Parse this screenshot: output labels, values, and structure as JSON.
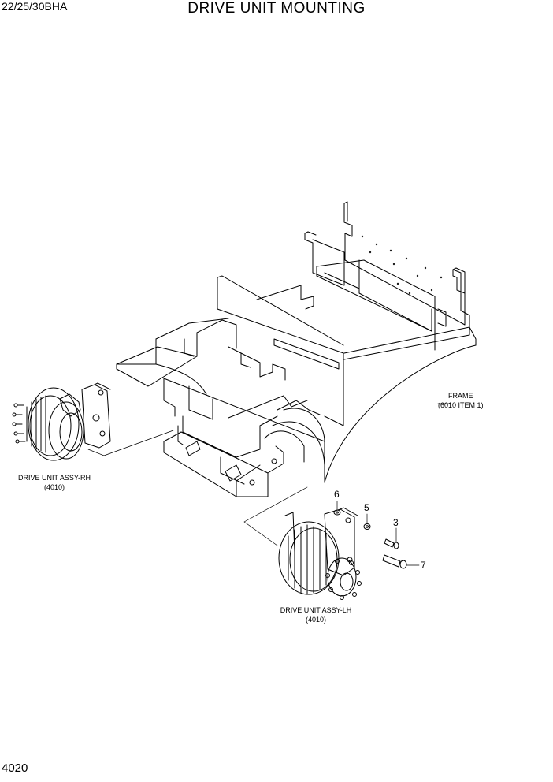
{
  "header": {
    "model": "22/25/30BHA",
    "title": "DRIVE UNIT MOUNTING"
  },
  "footer": {
    "page_number": "4020"
  },
  "labels": {
    "frame": "FRAME",
    "frame_ref": "(6010 ITEM 1)",
    "drive_rh": "DRIVE UNIT ASSY-RH",
    "drive_rh_ref": "(4010)",
    "drive_lh": "DRIVE UNIT ASSY-LH",
    "drive_lh_ref": "(4010)"
  },
  "callouts": {
    "c3": "3",
    "c5": "5",
    "c6": "6",
    "c7": "7"
  }
}
